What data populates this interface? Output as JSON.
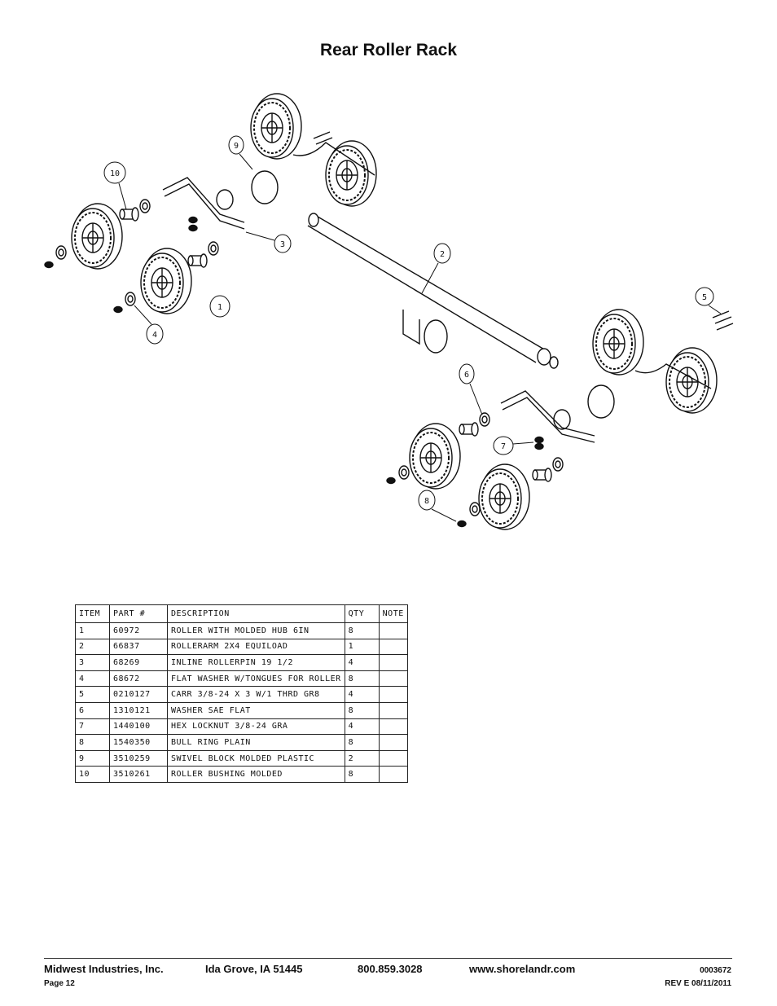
{
  "title": "Rear Roller Rack",
  "callouts": [
    "1",
    "2",
    "3",
    "4",
    "5",
    "6",
    "7",
    "8",
    "9",
    "10"
  ],
  "table": {
    "headers": [
      "ITEM",
      "PART #",
      "DESCRIPTION",
      "QTY",
      "NOTE"
    ],
    "rows": [
      [
        "1",
        "60972",
        "ROLLER WITH MOLDED HUB  6IN",
        "8",
        ""
      ],
      [
        "2",
        "66837",
        "ROLLERARM  2X4 EQUILOAD",
        "1",
        ""
      ],
      [
        "3",
        "68269",
        "INLINE ROLLERPIN 19 1/2",
        "4",
        ""
      ],
      [
        "4",
        "68672",
        "FLAT WASHER W/TONGUES FOR ROLLER",
        "8",
        ""
      ],
      [
        "5",
        "0210127",
        "CARR 3/8-24 X 3 W/1 THRD GR8",
        "4",
        ""
      ],
      [
        "6",
        "1310121",
        "WASHER SAE FLAT",
        "8",
        ""
      ],
      [
        "7",
        "1440100",
        "HEX LOCKNUT 3/8-24 GRA",
        "4",
        ""
      ],
      [
        "8",
        "1540350",
        "BULL RING PLAIN",
        "8",
        ""
      ],
      [
        "9",
        "3510259",
        "SWIVEL BLOCK MOLDED PLASTIC",
        "2",
        ""
      ],
      [
        "10",
        "3510261",
        "ROLLER BUSHING MOLDED",
        "8",
        ""
      ]
    ]
  },
  "footer": {
    "company": "Midwest Industries, Inc.",
    "city": "Ida Grove, IA  51445",
    "phone": "800.859.3028",
    "website": "www.shorelandr.com",
    "doc_number": "0003672",
    "page": "Page 12",
    "revision": "REV E  08/11/2011"
  }
}
